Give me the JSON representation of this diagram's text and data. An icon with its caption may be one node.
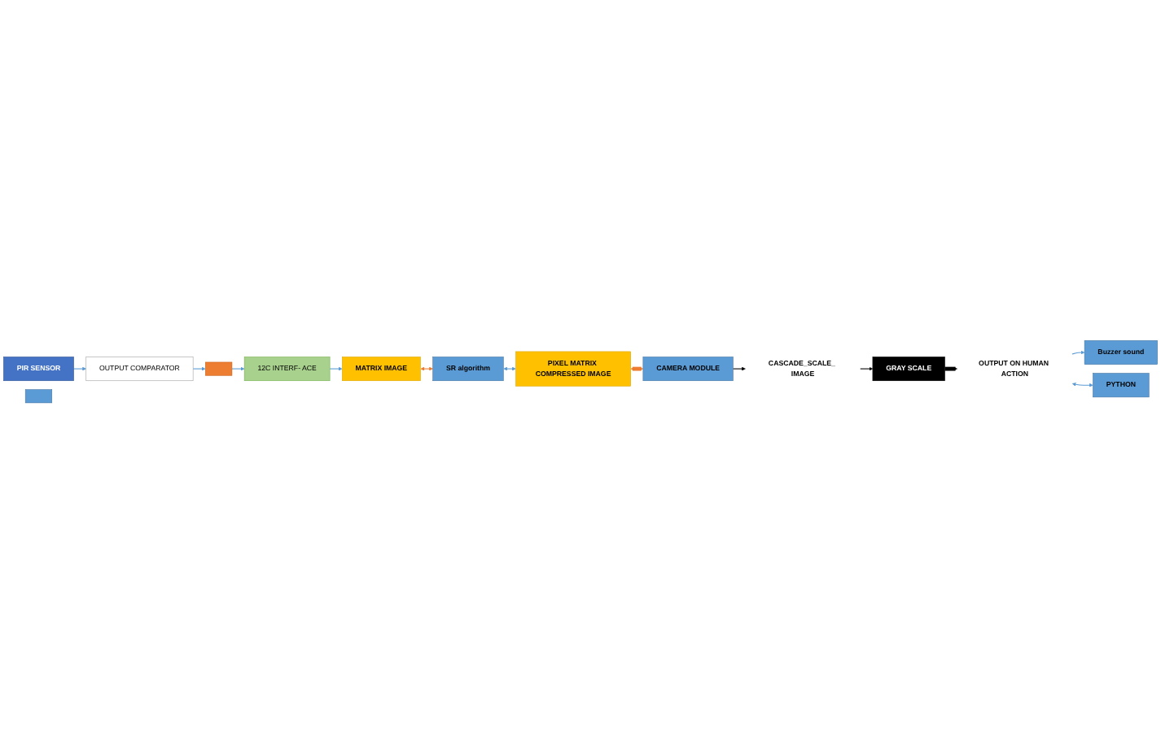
{
  "diagram": {
    "nodes": [
      {
        "text": [
          "PIR SENSOR"
        ]
      },
      {
        "text": [
          "OUTPUT COMPARATOR"
        ]
      },
      {
        "text": [],
        "shape": "box"
      },
      {
        "text": [
          "12C INTERF- ACE"
        ]
      },
      {
        "text": [
          "MATRIX IMAGE"
        ]
      },
      {
        "text": [
          "SR algorithm"
        ]
      },
      {
        "text": [
          "PIXEL MATRIX COMPRESSED IMAGE"
        ]
      },
      {
        "text": [
          "CAMERA MODULE"
        ]
      },
      {
        "text": [
          "CASCADE_SCALE_ IMAGE"
        ]
      },
      {
        "text": [
          "GRAY SCALE"
        ]
      },
      {
        "text": [
          "OUTPUT ON HUMAN ACTION"
        ]
      },
      {
        "text": [
          "Buzzer sound"
        ]
      },
      {
        "text": [
          "PYTHON"
        ]
      },
      {
        "text": [],
        "shape": "box"
      }
    ],
    "edges": [
      {
        "from": 0,
        "to": 1,
        "arrow": "to"
      },
      {
        "from": 1,
        "to": 2,
        "arrow": "to"
      },
      {
        "from": 2,
        "to": 3,
        "arrow": "to"
      },
      {
        "from": 3,
        "to": 4,
        "arrow": "to"
      },
      {
        "from": 4,
        "to": 5,
        "arrow": "both",
        "color": "#ed7d31"
      },
      {
        "from": 5,
        "to": 6,
        "arrow": "both"
      },
      {
        "from": 6,
        "to": 7,
        "arrow": "both",
        "style": "thick",
        "color": "#ed7d31"
      },
      {
        "from": 7,
        "to": 8,
        "arrow": "to",
        "color": "#000000"
      },
      {
        "from": 8,
        "to": 9,
        "arrow": "to",
        "color": "#000000"
      },
      {
        "from": 9,
        "to": 10,
        "arrow": "to",
        "style": "thick",
        "color": "#000000"
      },
      {
        "from": 10,
        "to": 11,
        "arrow": "to"
      },
      {
        "from": 10,
        "to": 12,
        "arrow": "both"
      }
    ]
  }
}
